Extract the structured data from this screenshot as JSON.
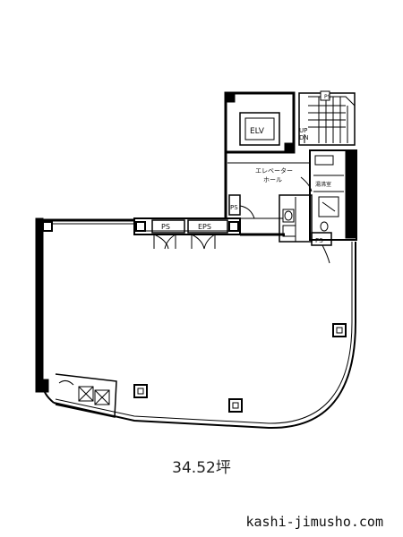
{
  "floorplan": {
    "labels": {
      "elevator": "ELV",
      "elevator_hall_1": "エレベーター",
      "elevator_hall_2": "ホール",
      "up": "UP",
      "dn": "DN",
      "ps_stair": "PS",
      "ps_main": "PS",
      "eps_main": "EPS",
      "ps_wc": "PS",
      "kitchen": "湯沸室"
    },
    "area_text": "34.52坪",
    "website": "kashi-jimusho.com"
  }
}
